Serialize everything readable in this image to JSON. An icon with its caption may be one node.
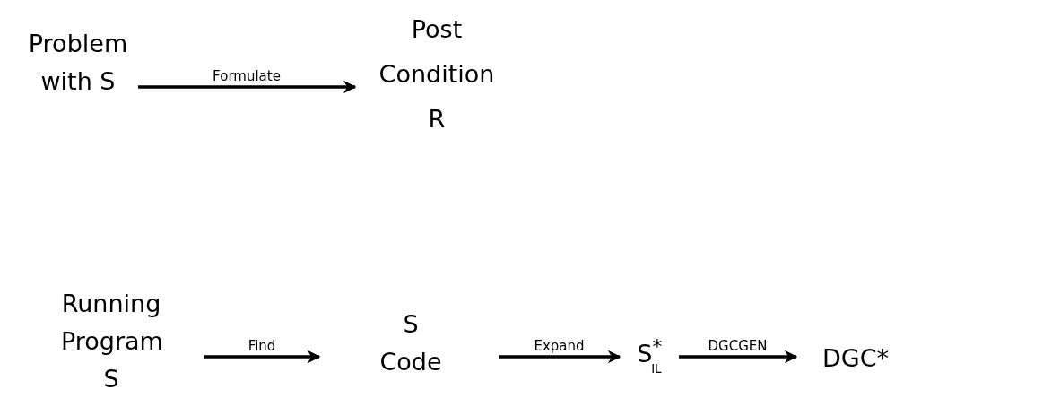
{
  "diagram": {
    "nodes": [
      {
        "text": [
          "Problem with S"
        ]
      },
      {
        "text": [
          "Post Condition R"
        ]
      },
      {
        "text": [
          "Running Program S"
        ]
      },
      {
        "text": [
          "S Code"
        ]
      },
      {
        "text": [
          "S$^{*}$$_{IL}$"
        ]
      },
      {
        "text": [
          "DGC*"
        ]
      }
    ],
    "edges": [
      {
        "from": 0,
        "to": 1,
        "arrow": "to",
        "label": "Formulate"
      },
      {
        "from": 2,
        "to": 3,
        "arrow": "to",
        "label": "Find"
      },
      {
        "from": 3,
        "to": 4,
        "arrow": "to",
        "label": "Expand"
      },
      {
        "from": 4,
        "to": 5,
        "arrow": "to",
        "label": "DGCGEN"
      }
    ]
  }
}
